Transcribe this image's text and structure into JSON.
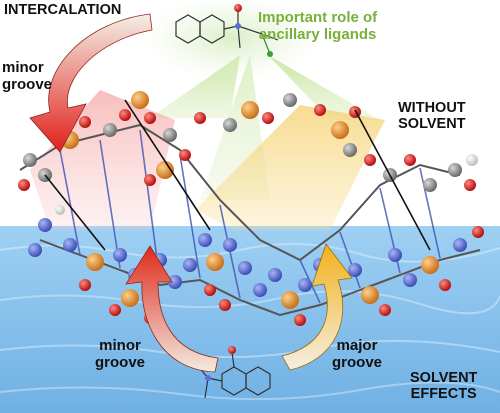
{
  "labels": {
    "intercalation": "INTERCALATION",
    "role_line1": "Important role of",
    "role_line2": "ancillary  ligands",
    "minor_groove_top_1": "minor",
    "minor_groove_top_2": "groove",
    "without_solvent_1": "WITHOUT",
    "without_solvent_2": "SOLVENT",
    "minor_groove_bottom_1": "minor",
    "minor_groove_bottom_2": "groove",
    "major_groove_1": "major",
    "major_groove_2": "groove",
    "solvent_effects_1": "SOLVENT",
    "solvent_effects_2": "EFFECTS"
  },
  "colors": {
    "role_text": "#7aaf3a",
    "intercalation_arrow": "#e0201a",
    "minor_arrow": "#e02a1a",
    "major_arrow": "#f2b21a",
    "water": "#86c1ec",
    "phosphate": "#e8942a",
    "oxygen": "#d21a1a",
    "carbon": "#8a8a8a",
    "nitrogen": "#5a6ed8"
  }
}
